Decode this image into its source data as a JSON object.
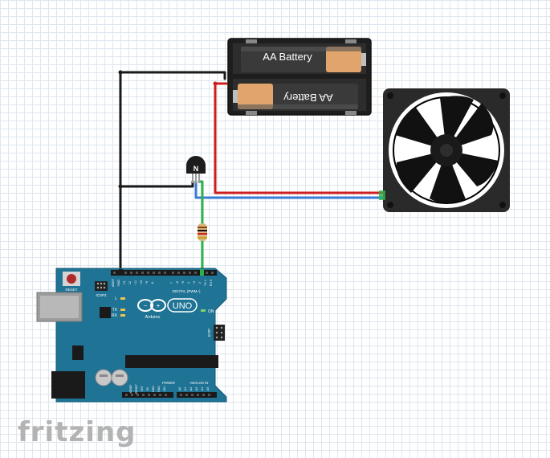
{
  "app": {
    "logo_text": "fritzing"
  },
  "battery": {
    "label_top": "AA Battery",
    "label_bottom": "AA Battery"
  },
  "transistor": {
    "label": "N"
  },
  "arduino": {
    "reset_label": "RESET",
    "icsp2_label": "ICSP2",
    "icsp_label": "ICSP",
    "on_label": "ON",
    "l_label": "L",
    "tx_label": "TX",
    "rx_label": "RX",
    "brand_label": "Arduino",
    "model_label": "UNO",
    "digital_label": "DIGITAL (PWM~)",
    "power_label": "POWER",
    "analog_label": "ANALOG IN",
    "aref_label": "AREF",
    "gnd_label": "GND",
    "pin_13": "13",
    "pin_12": "12",
    "pin_11": "~11",
    "pin_10": "~10",
    "pin_9": "~9",
    "pin_8": "8",
    "pin_7": "7",
    "pin_6": "~6",
    "pin_5": "~5",
    "pin_4": "4",
    "pin_3": "~3",
    "pin_2": "2",
    "pin_tx1": "TX 1",
    "pin_rx0": "RX 0",
    "pwr_ioref": "IOREF",
    "pwr_reset": "RESET",
    "pwr_3v3": "3V3",
    "pwr_5v": "5V",
    "pwr_gnd1": "GND",
    "pwr_gnd2": "GND",
    "pwr_vin": "VIN",
    "an_a0": "A0",
    "an_a1": "A1",
    "an_a2": "A2",
    "an_a3": "A3",
    "an_a4": "A4",
    "an_a5": "A5"
  },
  "colors": {
    "wire_black": "#1a1a1a",
    "wire_red": "#cc1f1f",
    "wire_blue": "#3a7bd5",
    "wire_green": "#2bb24c",
    "arduino_board": "#1f7394",
    "fan_body": "#2a2a2a",
    "battery_case": "#222222",
    "battery_cell": "#e0a46c",
    "logo_gray": "#b3b3b3"
  }
}
